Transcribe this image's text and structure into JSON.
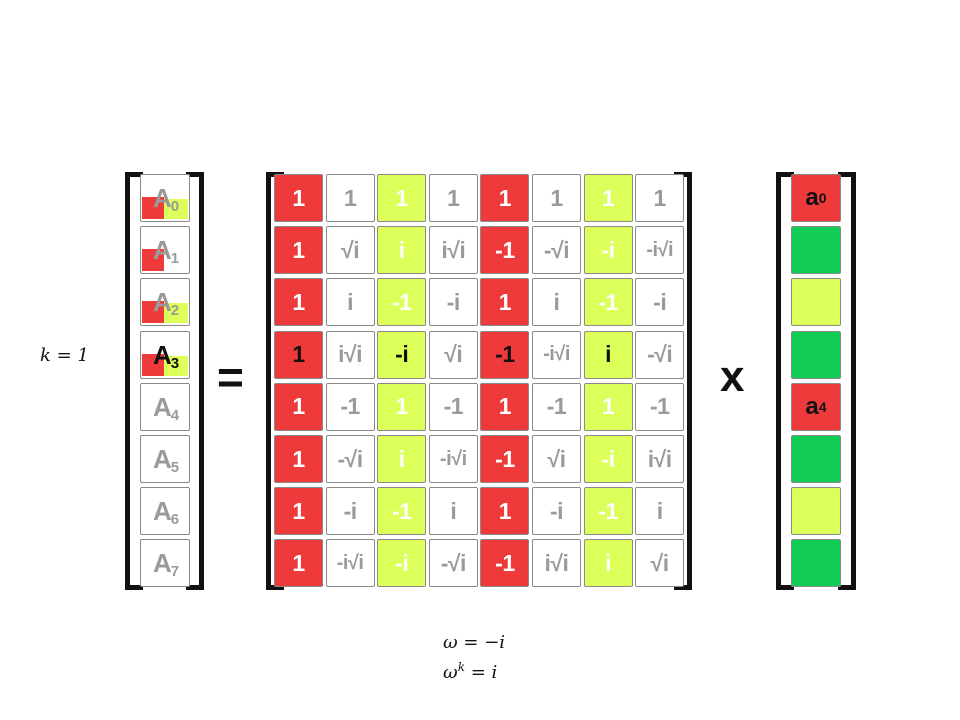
{
  "k_label": "k = 1",
  "equals": "=",
  "times": "x",
  "omega_line1": "ω = −i",
  "omega_line2_base": "ω",
  "omega_line2_exp": "k",
  "omega_line2_rest": " = i",
  "colors": {
    "red": "#ee3a3a",
    "yellow": "#dcff5a",
    "green": "#11cc55",
    "white": "#ffffff"
  },
  "output_vector": [
    {
      "letter": "A",
      "sub": "0",
      "red": true,
      "yellow": true,
      "active": false
    },
    {
      "letter": "A",
      "sub": "1",
      "red": true,
      "yellow": false,
      "active": false
    },
    {
      "letter": "A",
      "sub": "2",
      "red": true,
      "yellow": true,
      "active": false
    },
    {
      "letter": "A",
      "sub": "3",
      "red": true,
      "yellow": true,
      "active": true
    },
    {
      "letter": "A",
      "sub": "4",
      "red": false,
      "yellow": false,
      "active": false
    },
    {
      "letter": "A",
      "sub": "5",
      "red": false,
      "yellow": false,
      "active": false
    },
    {
      "letter": "A",
      "sub": "6",
      "red": false,
      "yellow": false,
      "active": false
    },
    {
      "letter": "A",
      "sub": "7",
      "red": false,
      "yellow": false,
      "active": false
    }
  ],
  "matrix": [
    [
      "1",
      "1",
      "1",
      "1",
      "1",
      "1",
      "1",
      "1"
    ],
    [
      "1",
      "√i",
      "i",
      "i√i",
      "-1",
      "-√i",
      "-i",
      "-i√i"
    ],
    [
      "1",
      "i",
      "-1",
      "-i",
      "1",
      "i",
      "-1",
      "-i"
    ],
    [
      "1",
      "i√i",
      "-i",
      "√i",
      "-1",
      "-i√i",
      "i",
      "-√i"
    ],
    [
      "1",
      "-1",
      "1",
      "-1",
      "1",
      "-1",
      "1",
      "-1"
    ],
    [
      "1",
      "-√i",
      "i",
      "-i√i",
      "-1",
      "√i",
      "-i",
      "i√i"
    ],
    [
      "1",
      "-i",
      "-1",
      "i",
      "1",
      "-i",
      "-1",
      "i"
    ],
    [
      "1",
      "-i√i",
      "-i",
      "-√i",
      "-1",
      "i√i",
      "i",
      "√i"
    ]
  ],
  "highlight_row": 3,
  "column_colors": [
    "red",
    "white",
    "yellow",
    "white",
    "red",
    "white",
    "yellow",
    "white"
  ],
  "input_vector": [
    {
      "color": "red",
      "letter": "a",
      "sub": "0"
    },
    {
      "color": "green",
      "letter": "",
      "sub": ""
    },
    {
      "color": "yellow",
      "letter": "",
      "sub": ""
    },
    {
      "color": "green",
      "letter": "",
      "sub": ""
    },
    {
      "color": "red",
      "letter": "a",
      "sub": "4"
    },
    {
      "color": "green",
      "letter": "",
      "sub": ""
    },
    {
      "color": "yellow",
      "letter": "",
      "sub": ""
    },
    {
      "color": "green",
      "letter": "",
      "sub": ""
    }
  ]
}
